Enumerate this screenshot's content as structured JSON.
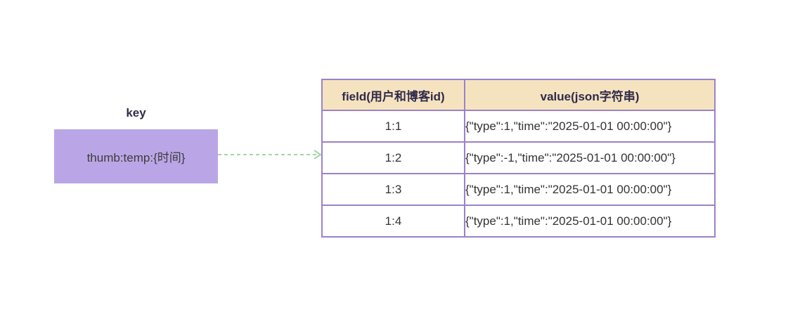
{
  "key": {
    "label": "key",
    "name": "thumb:temp:{时间}"
  },
  "hash": {
    "field_header": "field(用户和博客id)",
    "value_header": "value(json字符串)",
    "rows": [
      {
        "field": "1:1",
        "value": "{\"type\":1,\"time\":\"2025-01-01 00:00:00\"}"
      },
      {
        "field": "1:2",
        "value": "{\"type\":-1,\"time\":\"2025-01-01 00:00:00\"}"
      },
      {
        "field": "1:3",
        "value": "{\"type\":1,\"time\":\"2025-01-01 00:00:00\"}"
      },
      {
        "field": "1:4",
        "value": "{\"type\":1,\"time\":\"2025-01-01 00:00:00\"}"
      }
    ]
  },
  "colors": {
    "key_box": "#baa6e6",
    "header_bg": "#f5e3c0",
    "border": "#9b82c8",
    "arrow": "#a5d6a7"
  }
}
